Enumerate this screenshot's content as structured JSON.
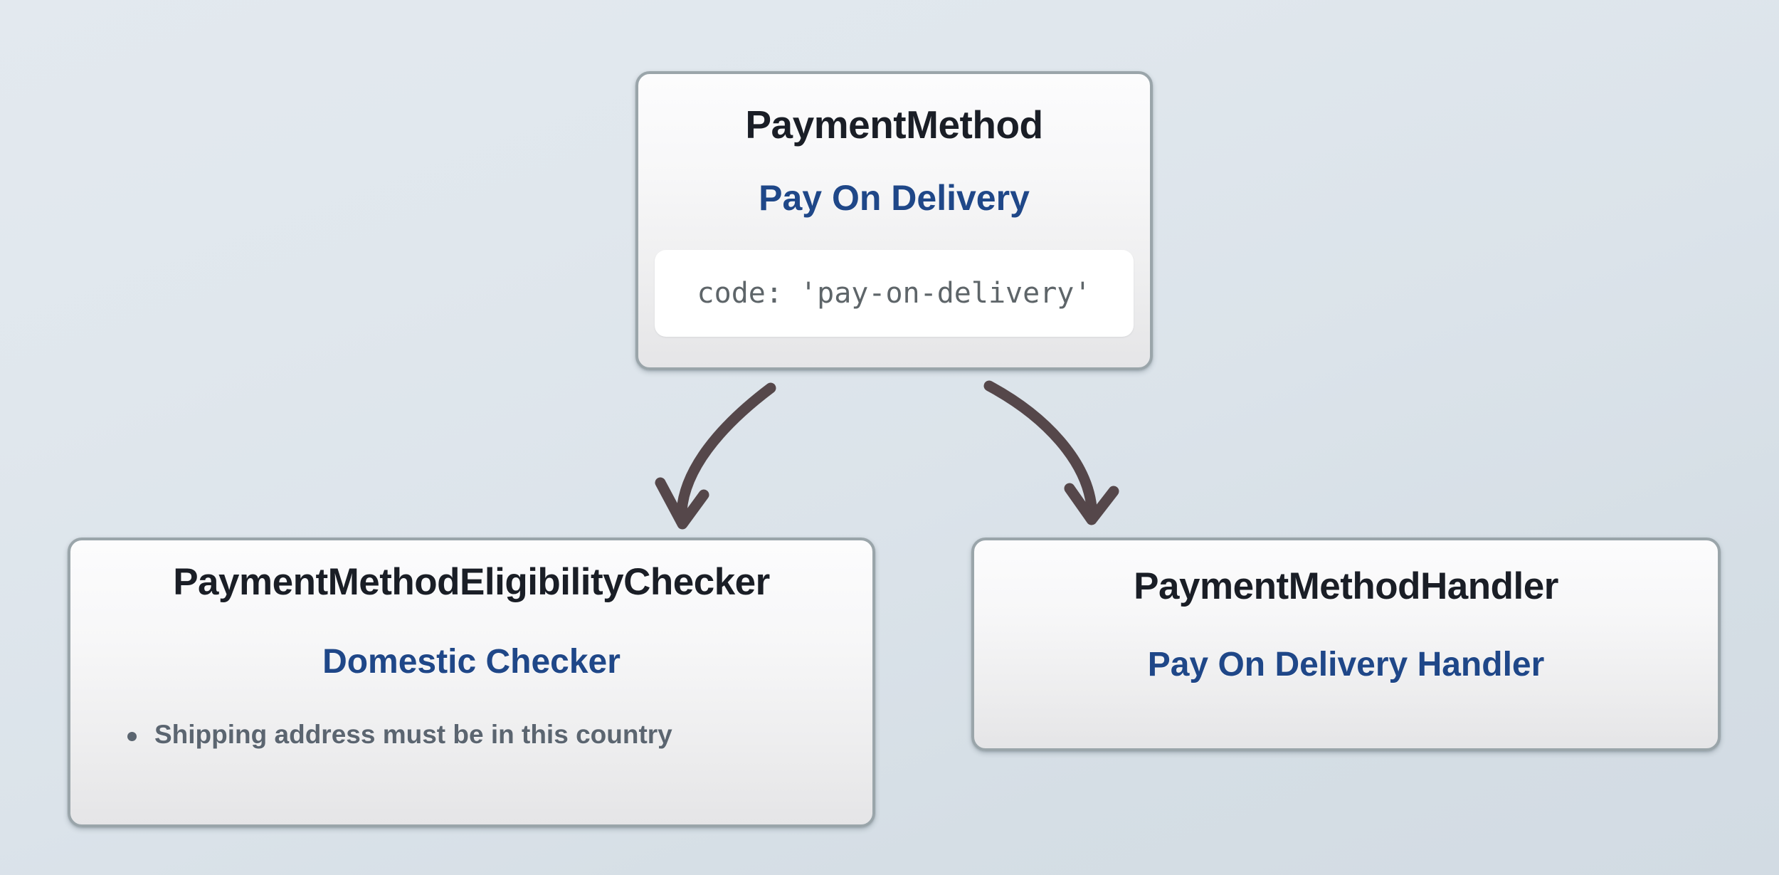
{
  "diagram": {
    "type": "hierarchy",
    "background_color": "#dde5ec",
    "edge_color": "#55474a",
    "title_color": "#1a1e26",
    "subtitle_color": "#1f4788",
    "rule_color": "#5b6570",
    "node_border_color": "#9aa5aa"
  },
  "nodes": {
    "payment_method": {
      "title": "PaymentMethod",
      "subtitle": "Pay On Delivery",
      "code": "code: 'pay-on-delivery'"
    },
    "eligibility_checker": {
      "title": "PaymentMethodEligibilityChecker",
      "subtitle": "Domestic Checker",
      "rules": [
        "Shipping address must be in this country"
      ]
    },
    "payment_handler": {
      "title": "PaymentMethodHandler",
      "subtitle": "Pay On Delivery Handler"
    }
  },
  "edges": [
    {
      "name": "edge-to-eligibility-checker",
      "from": "payment_method",
      "to": "eligibility_checker"
    },
    {
      "name": "edge-to-payment-handler",
      "from": "payment_method",
      "to": "payment_handler"
    }
  ]
}
